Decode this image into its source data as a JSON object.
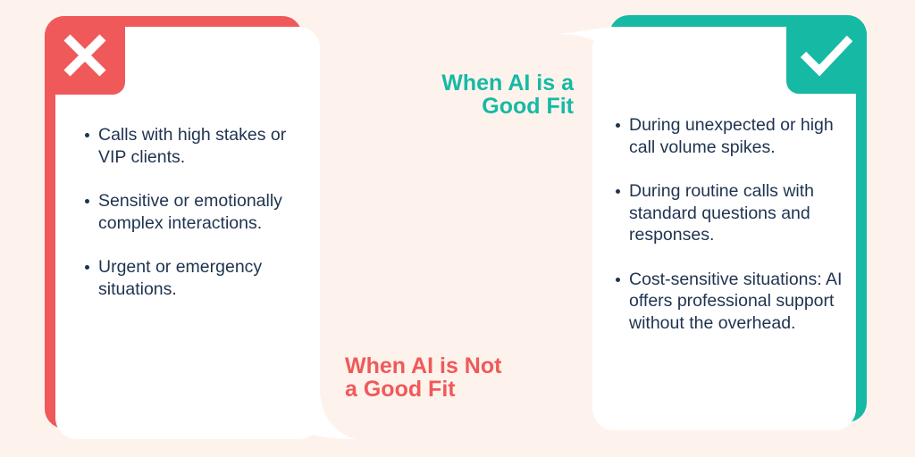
{
  "colors": {
    "background": "#fdf3ec",
    "not_fit_accent": "#f0595a",
    "good_fit_accent": "#16b9a4",
    "text": "#1f3350"
  },
  "not_fit": {
    "icon": "x-icon",
    "heading_line1": "When AI is Not",
    "heading_line2": "a Good Fit",
    "items": [
      "Calls with high stakes or VIP clients.",
      "Sensitive or emotionally complex interactions.",
      "Urgent or emergency situations."
    ]
  },
  "good_fit": {
    "icon": "checkmark-icon",
    "heading_line1": "When AI is a",
    "heading_line2": "Good Fit",
    "items": [
      "During unexpected or high call volume spikes.",
      "During routine calls with standard questions and responses.",
      "Cost-sensitive situations: AI offers professional support without the overhead."
    ]
  }
}
